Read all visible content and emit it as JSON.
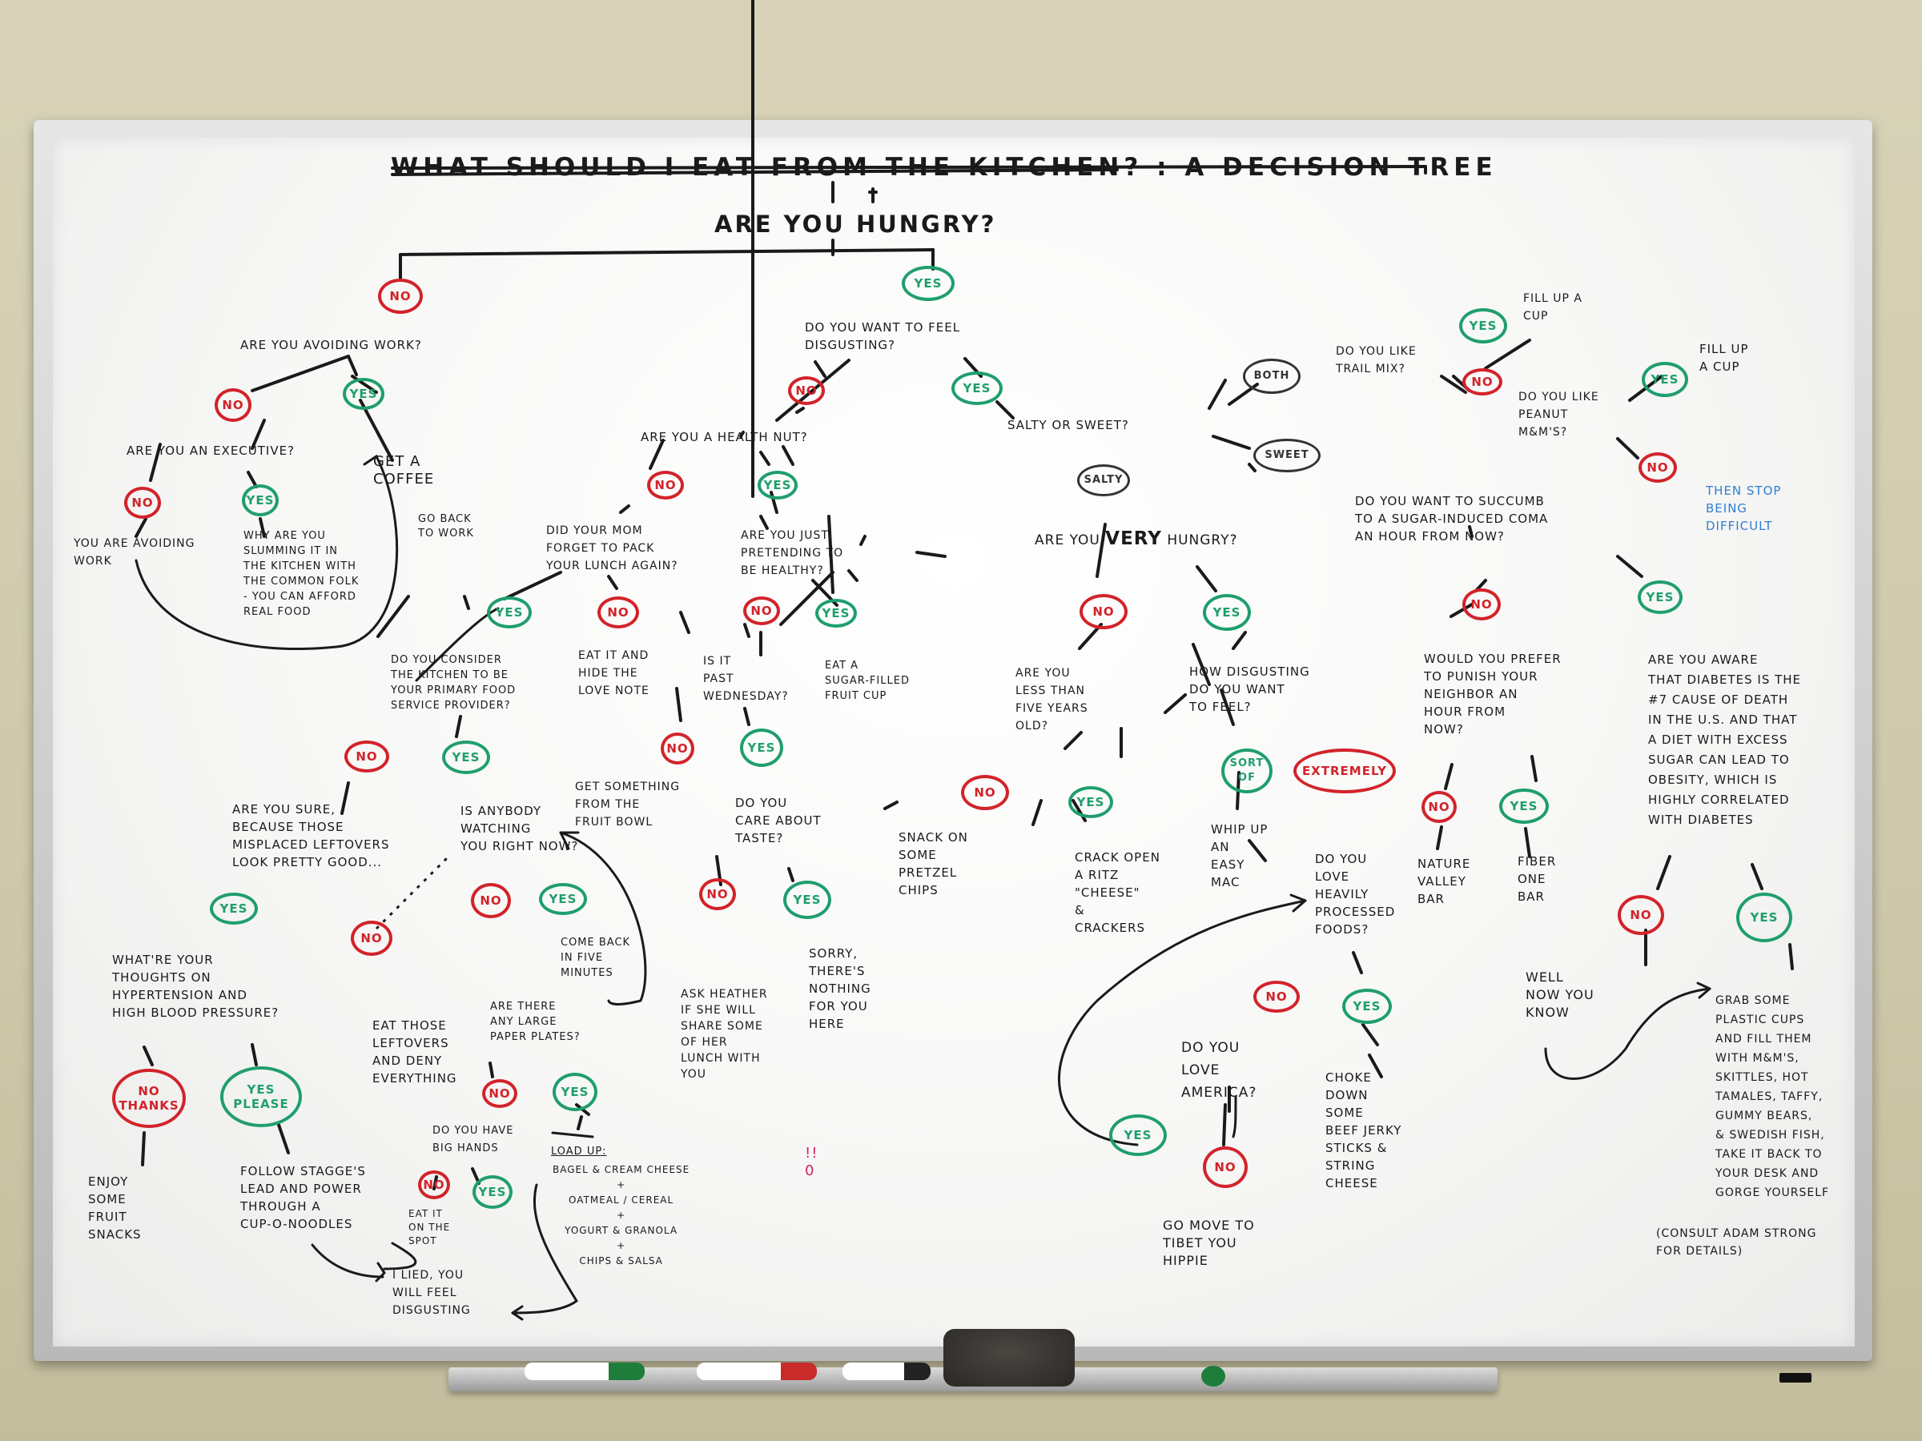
{
  "title": "WHAT SHOULD I EAT FROM THE KITCHEN? : A DECISION TREE",
  "colors": {
    "no": "#d2232a",
    "yes": "#1f9e6e",
    "ink": "#1a1a1a",
    "blue": "#2f7fd0"
  },
  "questions": {
    "hungry": "ARE YOU HUNGRY?",
    "avoiding_work": "ARE YOU AVOIDING WORK?",
    "executive": "ARE YOU AN EXECUTIVE?",
    "feel_disgusting": "DO YOU WANT TO FEEL\nDISGUSTING?",
    "health_nut": "ARE YOU A HEALTH NUT?",
    "salty_sweet": "SALTY OR SWEET?",
    "mom_lunch": "DID YOUR MOM\nFORGET TO PACK\nYOUR LUNCH AGAIN?",
    "pretending": "ARE YOU JUST\nPRETENDING TO\nBE HEALTHY?",
    "very_hungry_pre": "ARE YOU",
    "very_hungry_very": "VERY",
    "very_hungry_post": "HUNGRY?",
    "trail_mix": "DO YOU LIKE\nTRAIL MIX?",
    "peanut_mms": "DO YOU LIKE\nPEANUT\nM&M'S?",
    "sugar_coma": "DO YOU WANT TO SUCCUMB\nTO A SUGAR-INDUCED COMA\nAN HOUR FROM NOW?",
    "primary_food": "DO YOU CONSIDER\nTHE KITCHEN TO BE\nYOUR PRIMARY FOOD\nSERVICE PROVIDER?",
    "past_wednesday": "IS IT\nPAST\nWEDNESDAY?",
    "under_five": "ARE YOU\nLESS THAN\nFIVE YEARS\nOLD?",
    "how_disgusting": "HOW DISGUSTING\nDO YOU WANT\nTO FEEL?",
    "punish_neighbor": "WOULD YOU PREFER\nTO PUNISH YOUR\nNEIGHBOR AN\nHOUR FROM\nNOW?",
    "diabetes": "ARE YOU AWARE\nTHAT DIABETES IS THE\n#7 CAUSE OF DEATH\nIN THE U.S. AND THAT\nA DIET WITH EXCESS\nSUGAR CAN LEAD TO\nOBESITY, WHICH IS\nHIGHLY CORRELATED\nWITH DIABETES",
    "are_you_sure": "ARE YOU SURE,\nBECAUSE THOSE\nMISPLACED LEFTOVERS\nLOOK PRETTY GOOD...",
    "anybody_watching": "IS ANYBODY\nWATCHING\nYOU RIGHT NOW?",
    "care_taste": "DO YOU\nCARE ABOUT\nTASTE?",
    "processed_foods": "DO YOU\nLOVE\nHEAVILY\nPROCESSED\nFOODS?",
    "hypertension": "WHAT'RE YOUR\nTHOUGHTS ON\nHYPERTENSION AND\nHIGH BLOOD PRESSURE?",
    "paper_plates": "ARE THERE\nANY LARGE\nPAPER PLATES?",
    "big_hands": "DO YOU HAVE\nBIG HANDS",
    "love_america": "DO YOU\nLOVE\nAMERICA?"
  },
  "answers": {
    "no": "NO",
    "yes": "YES",
    "both": "BOTH",
    "salty": "SALTY",
    "sweet": "SWEET",
    "sort_of": "SORT\nOF",
    "extremely": "EXTREMELY",
    "no_thanks": "NO\nTHANKS",
    "yes_please": "YES\nPLEASE"
  },
  "outcomes": {
    "avoiding_work": "YOU ARE AVOIDING\nWORK",
    "slumming": "WHY ARE YOU\nSLUMMING IT IN\nTHE KITCHEN WITH\nTHE COMMON FOLK\n- YOU CAN AFFORD\nREAL FOOD",
    "coffee": "GET A\nCOFFEE",
    "back_to_work": "GO BACK\nTO WORK",
    "fill_cup_1": "FILL UP A\nCUP",
    "fill_cup_2": "FILL UP\nA CUP",
    "stop_difficult": "THEN STOP\nBEING\nDIFFICULT",
    "hide_note": "EAT IT AND\nHIDE THE\nLOVE NOTE",
    "fruit_cup": "EAT A\nSUGAR-FILLED\nFRUIT CUP",
    "fruit_bowl": "GET SOMETHING\nFROM THE\nFRUIT BOWL",
    "pretzels": "SNACK ON\nSOME\nPRETZEL\nCHIPS",
    "ritz": "CRACK OPEN\nA RITZ\n\"CHEESE\"\n&\nCRACKERS",
    "easy_mac": "WHIP UP\nAN\nEASY\nMAC",
    "nature_valley": "NATURE\nVALLEY\nBAR",
    "fiber_one": "FIBER\nONE\nBAR",
    "leftovers": "EAT THOSE\nLEFTOVERS\nAND DENY\nEVERYTHING",
    "come_back": "COME BACK\nIN FIVE\nMINUTES",
    "ask_heather": "ASK HEATHER\nIF SHE WILL\nSHARE SOME\nOF HER\nLUNCH WITH\nYOU",
    "sorry": "SORRY,\nTHERE'S\nNOTHING\nFOR YOU\nHERE",
    "well_now": "WELL\nNOW YOU\nKNOW",
    "grab_cups": "GRAB SOME\nPLASTIC CUPS\nAND FILL THEM\nWITH M&M'S,\nSKITTLES, HOT\nTAMALES, TAFFY,\nGUMMY BEARS,\n& SWEDISH FISH,\nTAKE IT BACK TO\nYOUR DESK AND\nGORGE YOURSELF",
    "consult": "(CONSULT ADAM STRONG\nFOR DETAILS)",
    "fruit_snacks": "ENJOY\nSOME\nFRUIT\nSNACKS",
    "cup_noodles": "FOLLOW STAGGE'S\nLEAD AND POWER\nTHROUGH A\nCUP-O-NOODLES",
    "on_spot": "EAT IT\nON THE\nSPOT",
    "load_up_title": "LOAD UP:",
    "load_up_items": "BAGEL & CREAM CHEESE\n+\nOATMEAL / CEREAL\n+\nYOGURT & GRANOLA\n+\nCHIPS & SALSA",
    "lied": "I LIED, YOU\nWILL FEEL\nDISGUSTING",
    "beef_jerky": "CHOKE\nDOWN\nSOME\nBEEF JERKY\nSTICKS &\nSTRING\nCHEESE",
    "tibet": "GO MOVE TO\nTIBET YOU\nHIPPIE",
    "doodle": "!!\n0"
  }
}
